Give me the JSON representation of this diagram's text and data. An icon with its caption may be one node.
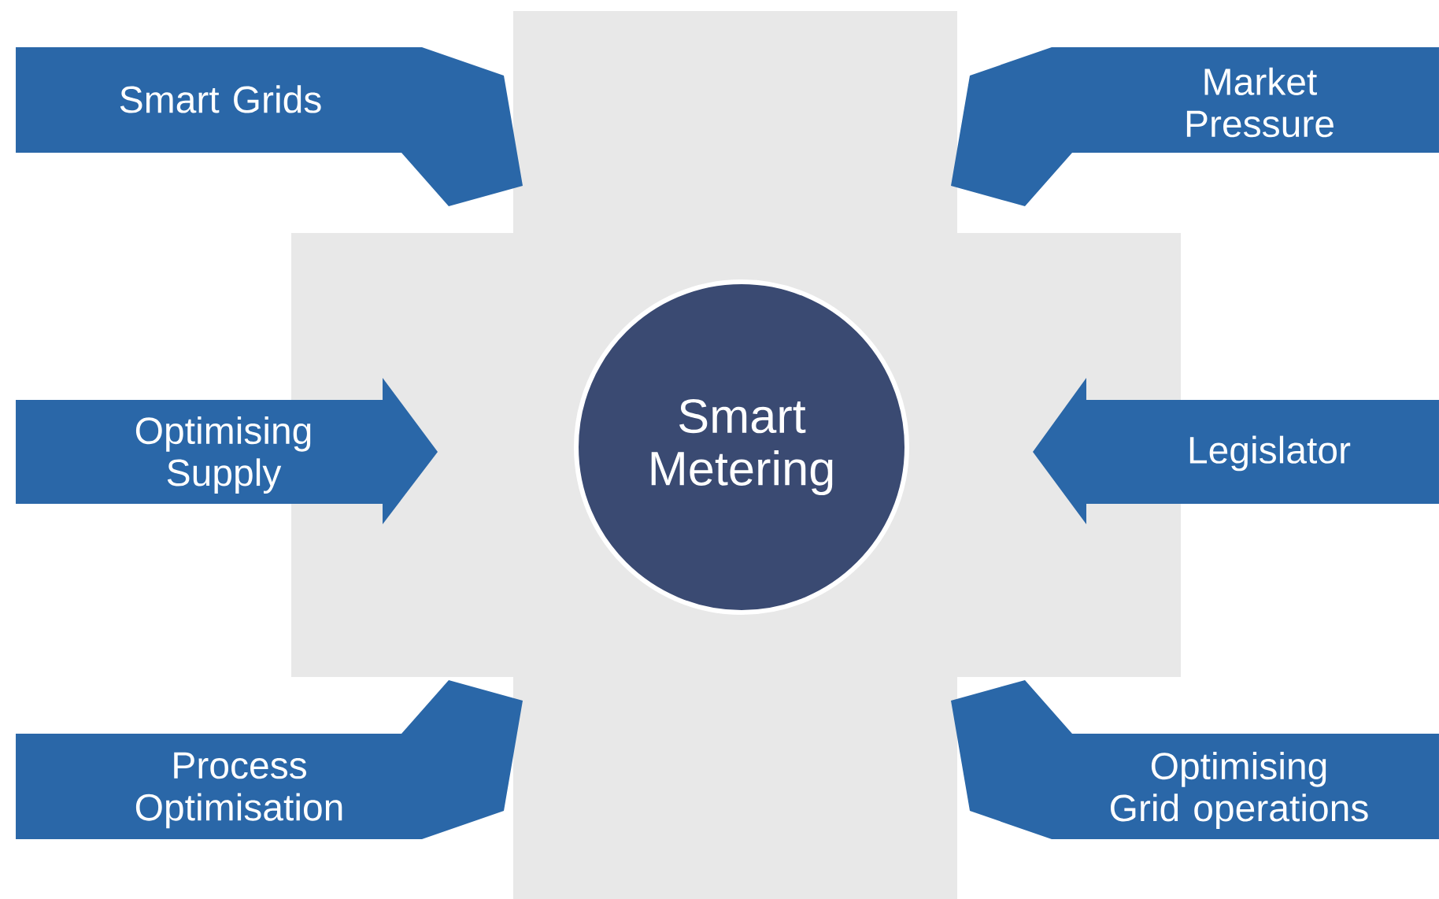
{
  "diagram": {
    "nodes": [
      {
        "text": [
          "Smart Grids"
        ]
      },
      {
        "text": [
          "Market Pressure"
        ]
      },
      {
        "text": [
          "Optimising Supply"
        ]
      },
      {
        "text": [
          "Smart Metering"
        ]
      },
      {
        "text": [
          "Legislator"
        ]
      },
      {
        "text": [
          "Process Optimisation"
        ]
      },
      {
        "text": [
          "Optimising Grid operations"
        ]
      }
    ]
  }
}
